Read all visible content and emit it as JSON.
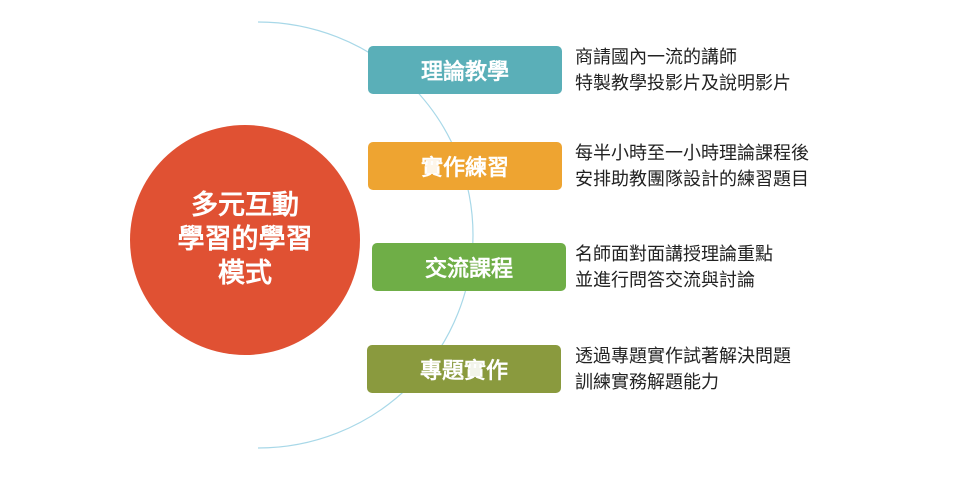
{
  "center": {
    "lines": [
      "多元互動",
      "學習的學習",
      "模式"
    ],
    "color": "#e05133"
  },
  "items": [
    {
      "label": "理論教學",
      "color": "#5aafb8",
      "desc": [
        "商請國內一流的講師",
        "特製教學投影片及說明影片"
      ]
    },
    {
      "label": "實作練習",
      "color": "#eea431",
      "desc": [
        "每半小時至一小時理論課程後",
        "安排助教團隊設計的練習題目"
      ]
    },
    {
      "label": "交流課程",
      "color": "#6fae47",
      "desc": [
        "名師面對面講授理論重點",
        "並進行問答交流與討論"
      ]
    },
    {
      "label": "專題實作",
      "color": "#8a9a3e",
      "desc": [
        "透過專題實作試著解決問題",
        "訓練實務解題能力"
      ]
    }
  ]
}
